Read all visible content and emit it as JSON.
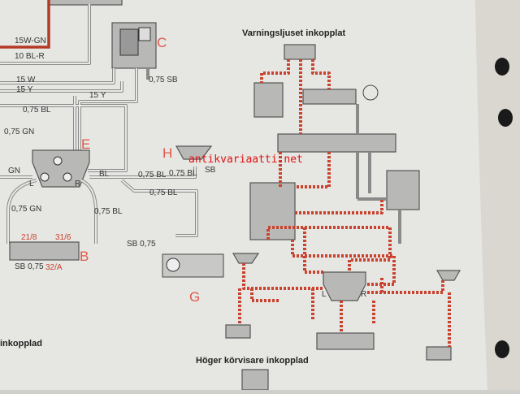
{
  "left_diagram": {
    "wire_labels": {
      "w1": "15W-GN",
      "w2": "10 BL-R",
      "w3": "15 W",
      "w4": "15 Y",
      "w5": "15 Y",
      "w6": "0,75 BL",
      "w7": "0,75 GN",
      "w8": "0,75 SB",
      "w9": "GN",
      "w10": "BL",
      "w11": "0,75 BL",
      "w12": "0,75 BL",
      "w13": "0,75 BL",
      "w14": "0,75 GN",
      "w15": "0,75 BL",
      "w16": "SB",
      "w17": "SB 0,75",
      "w18": "SB 0,75"
    },
    "switch_terminals": {
      "left": "L",
      "right": "R"
    },
    "terminals": {
      "t1": "21/8",
      "t2": "31/6",
      "t3": "32/A"
    },
    "component_letters": {
      "c": "C",
      "e": "E",
      "h": "H",
      "b": "B",
      "g": "G"
    },
    "caption": "inkopplad"
  },
  "right_diagram": {
    "title": "Varningsljuset inkopplat",
    "caption": "Höger körvisare inkopplad",
    "switch_terminals": {
      "left": "L",
      "right": "R"
    }
  },
  "watermark": "antikvariaatti.net",
  "colors": {
    "paper": "#e6e6e3",
    "wire": "#8a8a8a",
    "active_wire": "#c9432f",
    "letters": "#e0584a"
  }
}
